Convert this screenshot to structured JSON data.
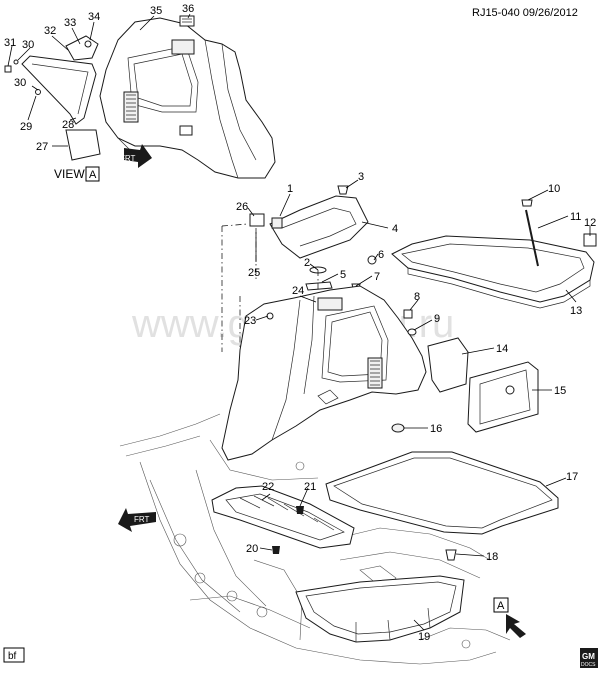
{
  "header": {
    "ref_code": "RJ15-040 09/26/2012"
  },
  "view_label": {
    "text": "VIEW",
    "boxed_letter": "A"
  },
  "view_arrow_letter": "A",
  "front_label": "FRT",
  "watermark": "www.gmpartsru.ru",
  "footer": {
    "author_tag": "bf",
    "logo_top": "GM",
    "logo_bottom": "DOCS"
  },
  "callouts": [
    "1",
    "2",
    "3",
    "4",
    "5",
    "6",
    "7",
    "8",
    "9",
    "10",
    "11",
    "12",
    "13",
    "14",
    "15",
    "16",
    "17",
    "18",
    "19",
    "20",
    "21",
    "22",
    "23",
    "24",
    "25",
    "26",
    "27",
    "28",
    "29",
    "30",
    "30",
    "31",
    "32",
    "33",
    "34",
    "35",
    "36"
  ],
  "colors": {
    "line": "#1a1a1a",
    "background": "#ffffff",
    "watermark": "#c9c9c9"
  }
}
